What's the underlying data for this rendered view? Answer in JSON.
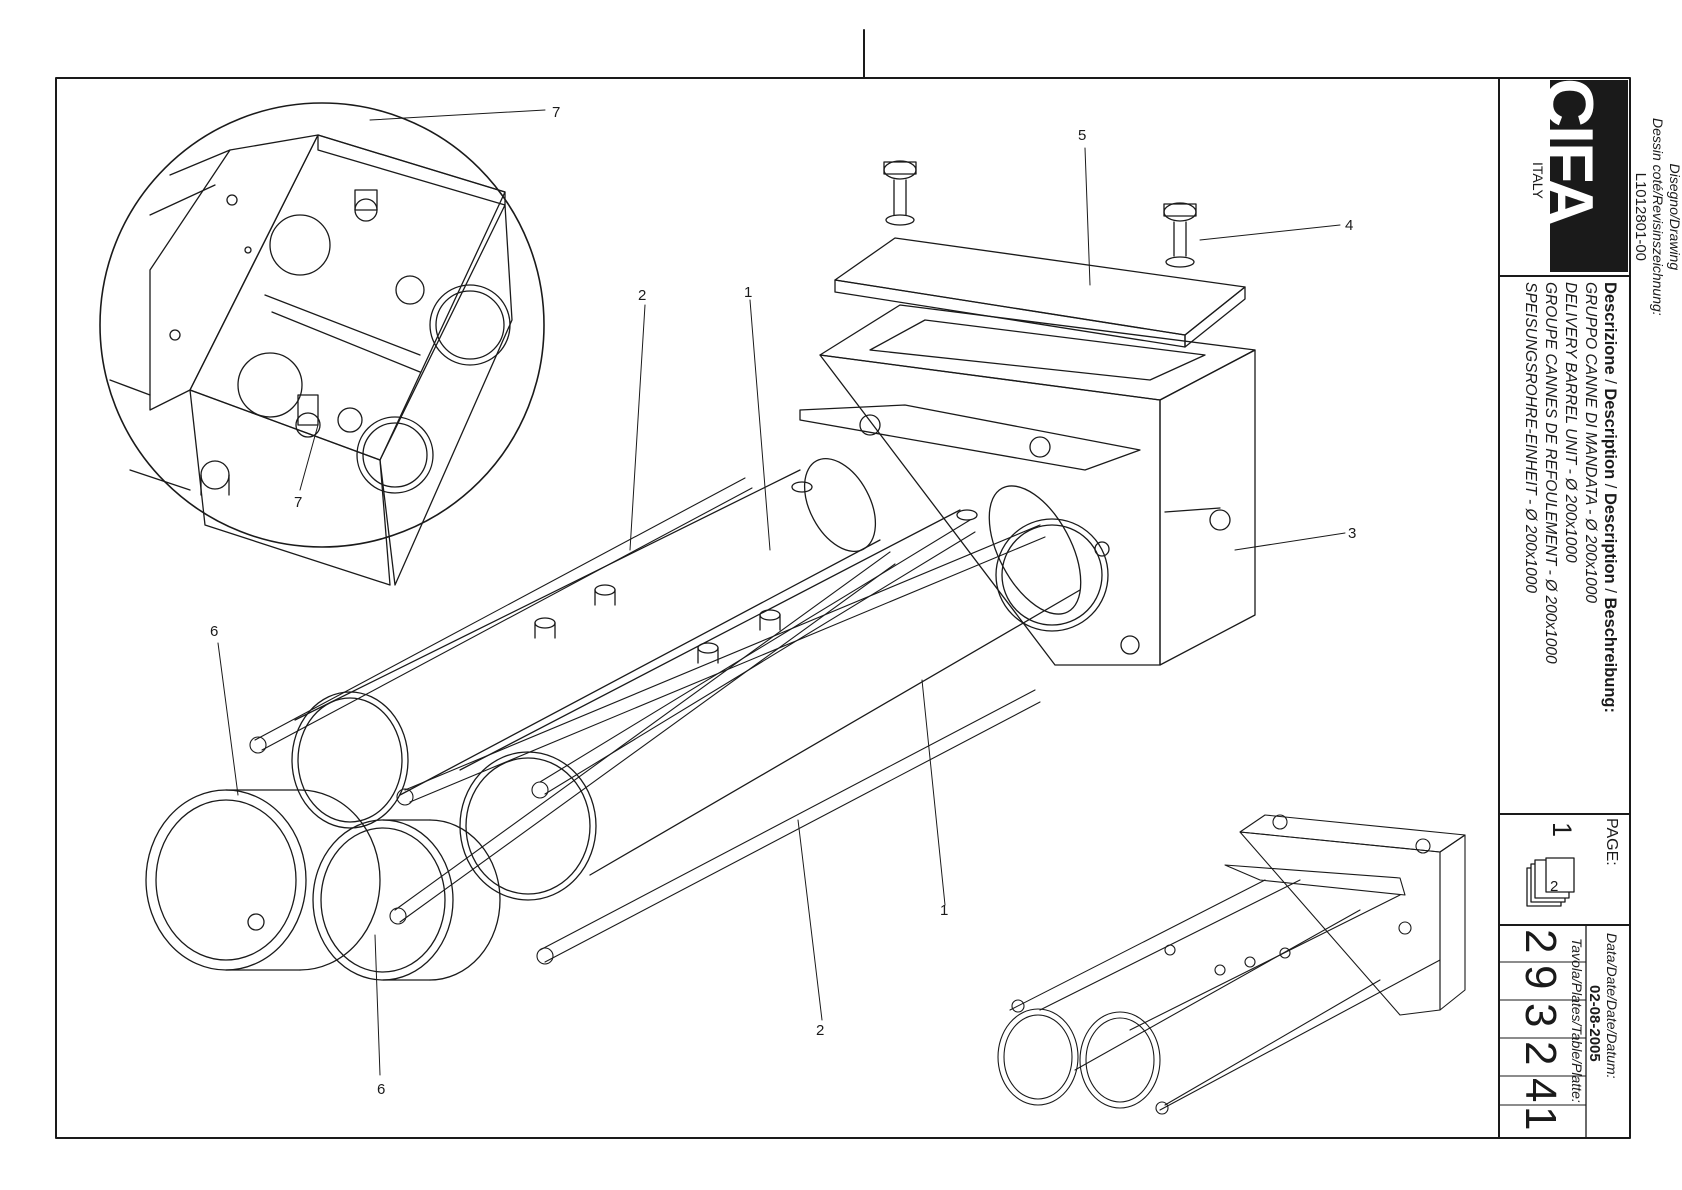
{
  "callouts": {
    "c1a": "1",
    "c1b": "1",
    "c2a": "2",
    "c2b": "2",
    "c3": "3",
    "c4": "4",
    "c5": "5",
    "c6a": "6",
    "c6b": "6",
    "c7a": "7",
    "c7b": "7"
  },
  "title_block": {
    "logo": "CIFA",
    "country": "ITALY",
    "description_header": {
      "it": "Descrizione",
      "en": "Description",
      "fr": "Description",
      "de": "Beschreibung:"
    },
    "description_lines": [
      "GRUPPO CANNE DI MANDATA - Ø 200x1000",
      "DELIVERY BARREL UNIT - Ø 200x1000",
      "GROUPE CANNES DE REFOULEMENT - Ø 200x1000",
      "SPEISUNGSROHRE-EINHEIT - Ø 200x1000"
    ],
    "drawing_label_1": "Disegno/Drawing",
    "drawing_label_2": "Dessin coté/Revisinszeichnung:",
    "drawing_number": "L1012801-00",
    "page_label": "PAGE:",
    "page_number": "1",
    "page_icon_number": "2",
    "date_label": "Data/Date/Date/Datum:",
    "date": "02-08-2005",
    "plates_label": "Tavola/Plates/Table/Platte:",
    "plate_digits": [
      "2",
      "9",
      "3",
      "2",
      "4",
      "1"
    ]
  }
}
